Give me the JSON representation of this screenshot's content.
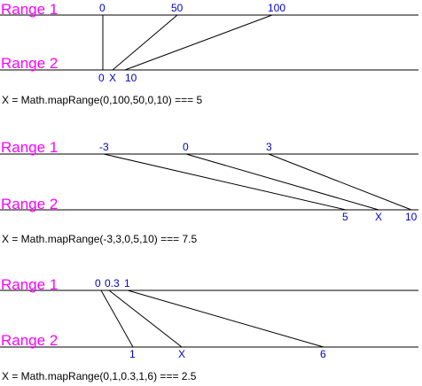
{
  "colors": {
    "range_label": "#ff00ff",
    "tick": "#0000cc",
    "line": "#000000",
    "text": "#000000"
  },
  "panels": [
    {
      "range1_label": "Range 1",
      "range2_label": "Range 2",
      "top_ticks": [
        "0",
        "50",
        "100"
      ],
      "bottom_ticks": [
        "0",
        "X",
        "10"
      ],
      "formula": "X = Math.mapRange(0,100,50,0,10) === 5"
    },
    {
      "range1_label": "Range 1",
      "range2_label": "Range 2",
      "top_ticks": [
        "-3",
        "0",
        "3"
      ],
      "bottom_ticks": [
        "5",
        "X",
        "10"
      ],
      "formula": "X = Math.mapRange(-3,3,0,5,10) === 7.5"
    },
    {
      "range1_label": "Range 1",
      "range2_label": "Range 2",
      "top_ticks": [
        "0",
        "0.3",
        "1"
      ],
      "bottom_ticks": [
        "1",
        "X",
        "6"
      ],
      "formula": "X = Math.mapRange(0,1,0.3,1,6) === 2.5"
    }
  ]
}
